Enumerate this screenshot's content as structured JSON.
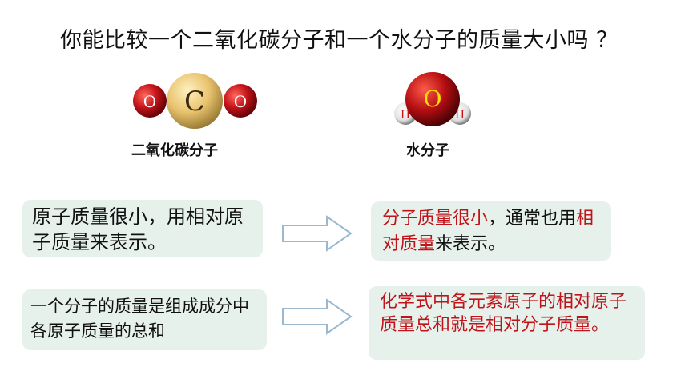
{
  "title": "你能比较一个二氧化碳分子和一个水分子的质量大小吗 ？",
  "co2": {
    "caption": "二氧化碳分子",
    "atom_left": "O",
    "atom_center": "C",
    "atom_right": "O"
  },
  "h2o": {
    "caption": "水分子",
    "atom_center": "O",
    "atom_left": "H",
    "atom_right": "H"
  },
  "row1": {
    "left_text": "原子质量很小，用相对原子质量来表示。",
    "right_part1": "分子质量很小",
    "right_part2": "，通常也用",
    "right_part3": "相对质量",
    "right_part4": "来表示。"
  },
  "row2": {
    "left_text": "一个分子的质量是组成成分中各原子质量的总和",
    "right_text": "化学式中各元素原子的相对原子质量总和就是相对分子质量。"
  },
  "colors": {
    "box_bg": "#e6f1ec",
    "highlight_red": "#c0141a",
    "arrow_stroke": "#9ab8cf"
  }
}
